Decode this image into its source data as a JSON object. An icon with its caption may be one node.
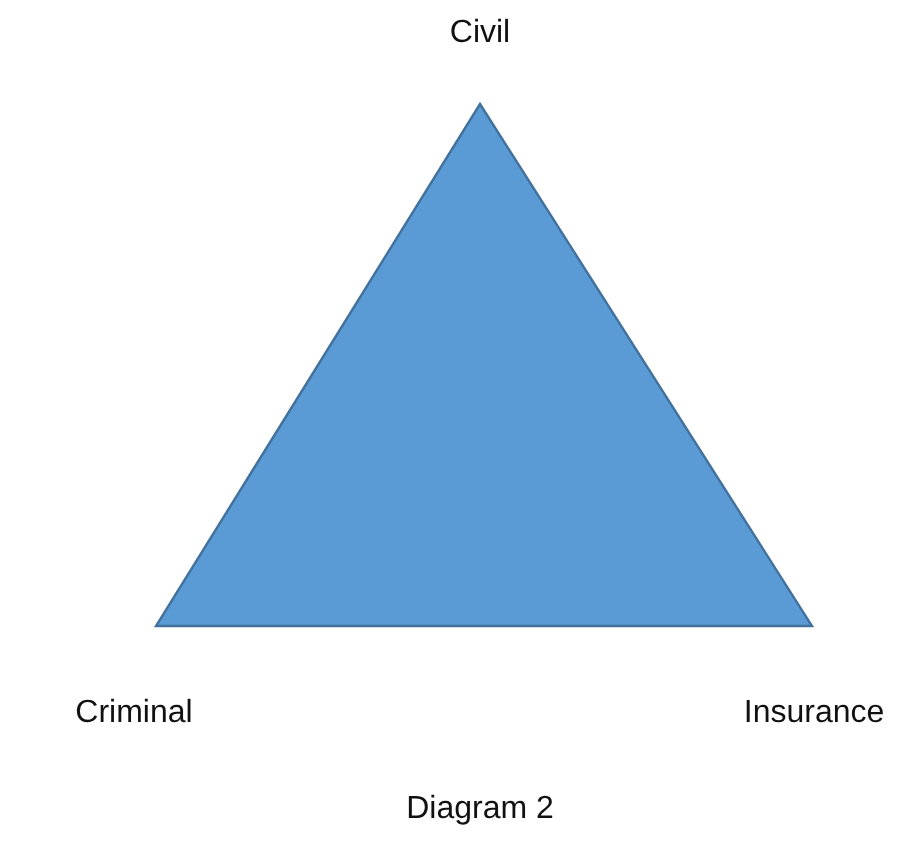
{
  "diagram": {
    "labels": [
      "Civil",
      "Criminal",
      "Insurance"
    ],
    "caption": "Diagram 2"
  }
}
